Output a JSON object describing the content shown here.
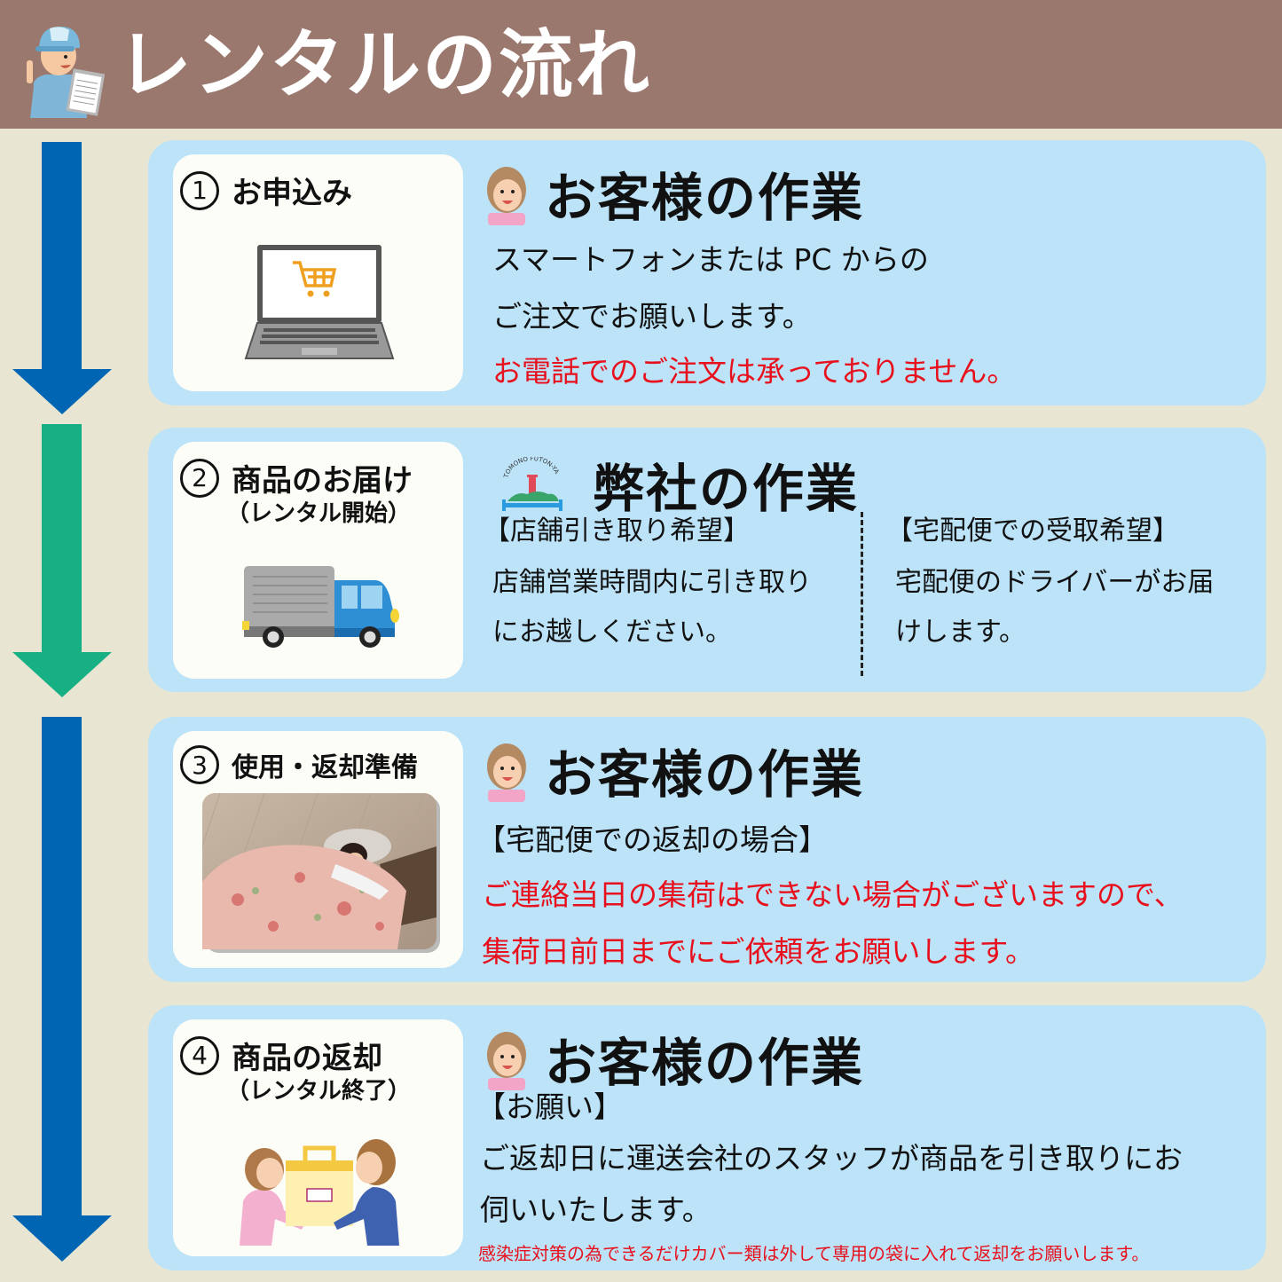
{
  "header": {
    "title": "レンタルの流れ",
    "icon": "worker-with-clipboard-icon",
    "background_color": "#9a786d"
  },
  "colors": {
    "page_background": "#e8e6d3",
    "card_background": "#bce3f8",
    "arrow_blue": "#0066b3",
    "arrow_green": "#17b085",
    "warning_red": "#e8101c"
  },
  "steps": [
    {
      "number": "1",
      "title": "お申込み",
      "subtitle": "",
      "illustration": "laptop-shopping-cart-icon",
      "role_icon": "customer-face-icon",
      "role_title": "お客様の作業",
      "lines": [
        {
          "text": "スマートフォンまたは PC からの",
          "style": "normal"
        },
        {
          "text": "ご注文でお願いします。",
          "style": "normal"
        },
        {
          "text": "お電話でのご注文は承っておりません。",
          "style": "red"
        }
      ]
    },
    {
      "number": "2",
      "title": "商品のお届け",
      "subtitle": "（レンタル開始）",
      "illustration": "delivery-truck-icon",
      "role_icon": "tomono-futon-ya-logo",
      "role_logo_text": "TOMONO FUTON-YA",
      "role_title": "弊社の作業",
      "columns": [
        {
          "heading": "【店舗引き取り希望】",
          "lines": [
            "店舗営業時間内に引き取り",
            "にお越しください。"
          ]
        },
        {
          "heading": "【宅配便での受取希望】",
          "lines": [
            "宅配便のドライバーがお届",
            "けします。"
          ]
        }
      ]
    },
    {
      "number": "3",
      "title": "使用・返却準備",
      "subtitle": "",
      "illustration": "woman-sleeping-futon-photo",
      "role_icon": "customer-face-icon",
      "role_title": "お客様の作業",
      "lines": [
        {
          "text": "【宅配便での返却の場合】",
          "style": "normal"
        },
        {
          "text": "ご連絡当日の集荷はできない場合がございますので、",
          "style": "red"
        },
        {
          "text": "集荷日前日までにご依頼をお願いします。",
          "style": "red"
        }
      ]
    },
    {
      "number": "4",
      "title": "商品の返却",
      "subtitle": "（レンタル終了）",
      "illustration": "package-handover-icon",
      "role_icon": "customer-face-icon",
      "role_title": "お客様の作業",
      "lines": [
        {
          "text": "【お願い】",
          "style": "normal"
        },
        {
          "text": "ご返却日に運送会社のスタッフが商品を引き取りにお",
          "style": "normal"
        },
        {
          "text": "伺いいたします。",
          "style": "normal"
        },
        {
          "text": "感染症対策の為できるだけカバー類は外して専用の袋に入れて返却をお願いします。",
          "style": "small-red"
        }
      ]
    }
  ]
}
